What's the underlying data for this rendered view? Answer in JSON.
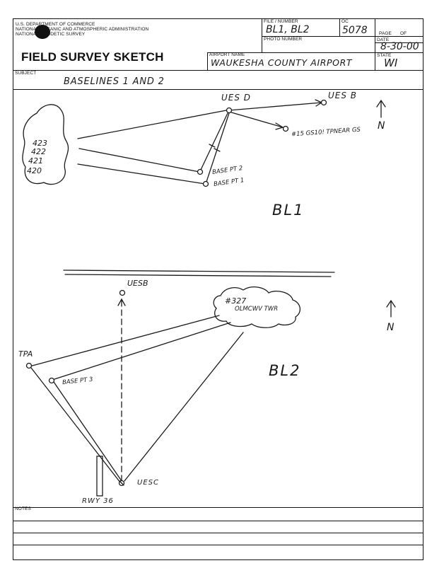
{
  "header": {
    "agency_line1": "U.S. DEPARTMENT OF COMMERCE",
    "agency_line2": "NATIONAL OCEANIC AND ATMOSPHERIC ADMINISTRATION",
    "agency_line3": "NATIONAL GEODETIC SURVEY",
    "form_title": "FIELD SURVEY SKETCH",
    "file_number_label": "FILE / NUMBER",
    "file_number_value": "BL1, BL2",
    "oc_label": "OC",
    "oc_value": "5078",
    "photo_number_label": "PHOTO NUMBER",
    "page_label": "PAGE",
    "of_label": "OF",
    "date_label": "DATE",
    "date_value": "8-30-00",
    "airport_name_label": "AIRPORT NAME",
    "airport_name_value": "WAUKESHA COUNTY AIRPORT",
    "state_label": "STATE",
    "state_value": "WI",
    "subject_label": "SUBJECT",
    "subject_value": "BASELINES 1 AND 2",
    "notes_label": "NOTES"
  },
  "sketch1": {
    "station_top": "UES D",
    "station_right": "UES B",
    "cloud_numbers": [
      "423",
      "422",
      "421",
      "420"
    ],
    "target_label": "#15 GS10! TPNEAR GS",
    "base2_label": "BASE PT 2",
    "base1_label": "BASE PT 1",
    "baseline_label": "BL1",
    "north_label": "N"
  },
  "sketch2": {
    "station_top": "UESB",
    "cloud_line1": "#327",
    "cloud_line2": "OLMCWV TWR",
    "tpa_label": "TPA",
    "base3_label": "BASE PT 3",
    "station_bottom": "UESC",
    "runway_label": "RWY 36",
    "baseline_label": "BL2",
    "north_label": "N"
  }
}
